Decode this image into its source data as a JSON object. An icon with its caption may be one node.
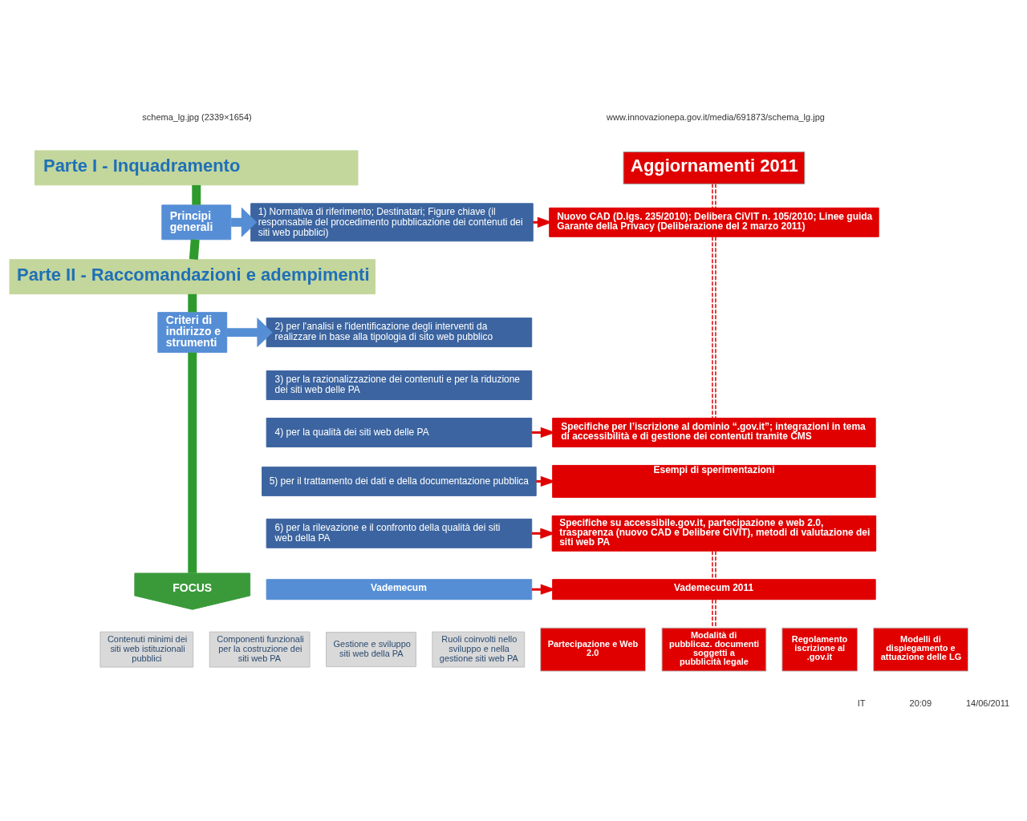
{
  "diagram": {
    "nodes": [
      {
        "text": [
          "Parte I - Inquadramento"
        ]
      },
      {
        "text": [
          "Principi generali"
        ]
      },
      {
        "text": [
          "1) Normativa di riferimento; Destinatari; Figure chiave (il responsabile del procedimento pubblicazione dei contenuti dei siti web pubblici)"
        ]
      },
      {
        "text": [
          "Aggiornamenti 2011"
        ]
      },
      {
        "text": [
          "Nuovo CAD (D.lgs. 235/2010); Delibera CiVIT n. 105/2010; Linee guida Garante della Privacy (Deliberazione del 2 marzo 2011)"
        ]
      },
      {
        "text": [
          "Parte II - Raccomandazioni e adempimenti"
        ]
      },
      {
        "text": [
          "Criteri di indirizzo e strumenti"
        ]
      },
      {
        "text": [
          "2) per l'analisi e l'identificazione degli interventi da realizzare in base alla tipologia di sito web pubblico"
        ]
      },
      {
        "text": [
          "3) per la razionalizzazione dei contenuti e per la riduzione dei siti web delle PA"
        ]
      },
      {
        "text": [
          "4) per la qualità dei siti web delle PA"
        ]
      },
      {
        "text": [
          "Specifiche per l’iscrizione al dominio “.gov.it”; integrazioni in tema di accessibilità e di gestione dei contenuti tramite CMS"
        ]
      },
      {
        "text": [
          "5) per il trattamento dei dati e della documentazione pubblica"
        ]
      },
      {
        "text": [
          "Esempi di sperimentazioni"
        ]
      },
      {
        "text": [
          "6) per la rilevazione e il confronto della qualità dei siti web della PA"
        ]
      },
      {
        "text": [
          "Specifiche su accessibile.gov.it, partecipazione e web 2.0, trasparenza (nuovo CAD e Delibere CiVIT), metodi di valutazione dei siti web PA"
        ]
      },
      {
        "text": [
          "FOCUS"
        ]
      },
      {
        "text": [
          "Vademecum"
        ]
      },
      {
        "text": [
          "Vademecum 2011"
        ]
      },
      {
        "text": [
          "Contenuti minimi dei siti web istituzionali pubblici"
        ]
      },
      {
        "text": [
          "Componenti funzionali per la costruzione dei siti web PA"
        ]
      },
      {
        "text": [
          "Gestione e sviluppo siti web della PA"
        ]
      },
      {
        "text": [
          "Ruoli coinvolti nello sviluppo e nella gestione siti web PA"
        ]
      },
      {
        "text": [
          "Partecipazione e Web 2.0"
        ]
      },
      {
        "text": [
          "Modalità di pubblicaz. documenti soggetti a pubblicità legale"
        ]
      },
      {
        "text": [
          "Regolamento iscrizione al .gov.it"
        ]
      },
      {
        "text": [
          "Modelli di dispiegamento e attuazione delle LG"
        ]
      }
    ],
    "edges": [
      {
        "from": 0,
        "to": 1,
        "arrow": "none",
        "style": "thick",
        "color": "#2e9a2e"
      },
      {
        "from": 3,
        "to": 4,
        "arrow": "none",
        "style": "dashed"
      },
      {
        "from": 1,
        "to": 2,
        "arrow": "to",
        "style": "thick",
        "color": "#558ed5"
      },
      {
        "from": 2,
        "to": 4,
        "arrow": "to"
      },
      {
        "from": 1,
        "to": 5,
        "arrow": "none",
        "style": "thick",
        "color": "#2e9a2e"
      },
      {
        "from": 4,
        "to": 10,
        "arrow": "none",
        "style": "dashed"
      },
      {
        "from": 5,
        "to": 6,
        "arrow": "none",
        "style": "thick",
        "color": "#2e9a2e"
      },
      {
        "from": 6,
        "to": 7,
        "arrow": "to",
        "style": "thick",
        "color": "#558ed5"
      },
      {
        "from": 9,
        "to": 10,
        "arrow": "to"
      },
      {
        "from": 11,
        "to": 12,
        "arrow": "to"
      },
      {
        "from": 13,
        "to": 14,
        "arrow": "to"
      },
      {
        "from": 14,
        "to": 17,
        "arrow": "none",
        "style": "dashed"
      },
      {
        "from": 6,
        "to": 15,
        "arrow": "none",
        "style": "thick",
        "color": "#2e9a2e"
      },
      {
        "from": 16,
        "to": 17,
        "arrow": "to"
      },
      {
        "from": 17,
        "to": 23,
        "arrow": "none",
        "style": "dashed"
      }
    ],
    "labels": [
      "schema_lg.jpg (2339×1654)",
      "www.innovazionepa.gov.it/media/691873/schema_lg.jpg",
      "IT",
      "20:09",
      "14/06/2011"
    ]
  }
}
